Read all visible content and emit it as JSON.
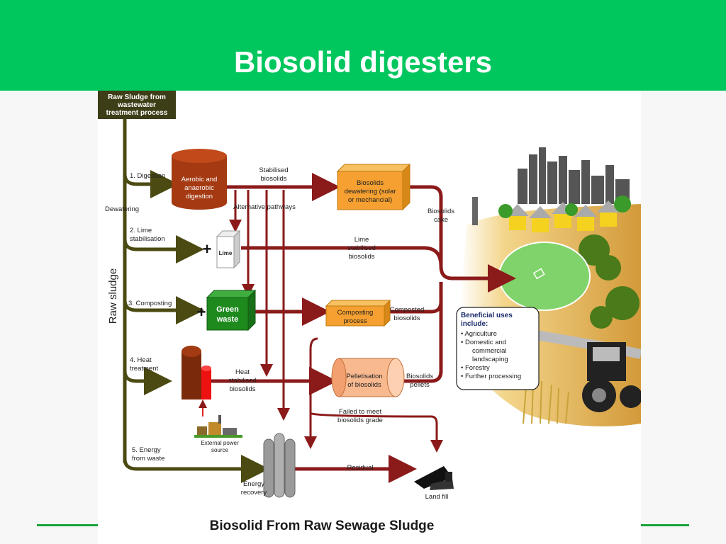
{
  "slide": {
    "title": "Biosolid digesters"
  },
  "colors": {
    "header": "#00c65e",
    "accent_line": "#1aa33a",
    "dark_arrow": "#4a4a12",
    "red_arrow": "#8b1a1a",
    "box_orange": "#f5a030",
    "box_green": "#1e8a1e",
    "box_dark": "#3d3d17"
  },
  "diagram": {
    "source": [
      "Raw Sludge from",
      "wastewater",
      "treatment process"
    ],
    "raw_sludge": "Raw sludge",
    "dewatering": "Dewatering",
    "steps": {
      "digestion": "1. Digestion",
      "lime": [
        "2. Lime",
        "stabilisation"
      ],
      "composting": "3. Composting",
      "heat": [
        "4. Heat",
        "treatment"
      ],
      "energy": [
        "5. Energy",
        "from waste"
      ]
    },
    "digester": [
      "Aerobic and",
      "anaerobic",
      "digestion"
    ],
    "stabilised": [
      "Stabilised",
      "biosolids"
    ],
    "alternative": "Alternative pathways",
    "dewatering_box": [
      "Biosolids",
      "dewatering (solar",
      "or mechancial)"
    ],
    "cake": [
      "Biosolids",
      "cake"
    ],
    "lime_box": "Lime",
    "lime_out": [
      "Lime",
      "stabilised",
      "biosolids"
    ],
    "green_waste": [
      "Green",
      "waste"
    ],
    "composting_box": [
      "Composting",
      "process"
    ],
    "composted": [
      "Composted",
      "biosolids"
    ],
    "heat_stabilised": [
      "Heat",
      "stabilised",
      "biosolids"
    ],
    "pelletisation": [
      "Pelletisation",
      "of biosolids"
    ],
    "pellets": [
      "Biosolids",
      "pellets"
    ],
    "failed": [
      "Failed to meet",
      "biosolids grade"
    ],
    "external_power": [
      "External power",
      "source"
    ],
    "energy_recovery": [
      "Energy",
      "recovery"
    ],
    "residual": "Residual",
    "landfill": "Land fill",
    "beneficial_title": [
      "Beneficial uses",
      "include:"
    ],
    "beneficial_items": [
      "• Agriculture",
      "• Domestic and",
      "commercial",
      "landscaping",
      "• Forestry",
      "• Further processing"
    ],
    "caption": "Biosolid From Raw Sewage Sludge"
  }
}
